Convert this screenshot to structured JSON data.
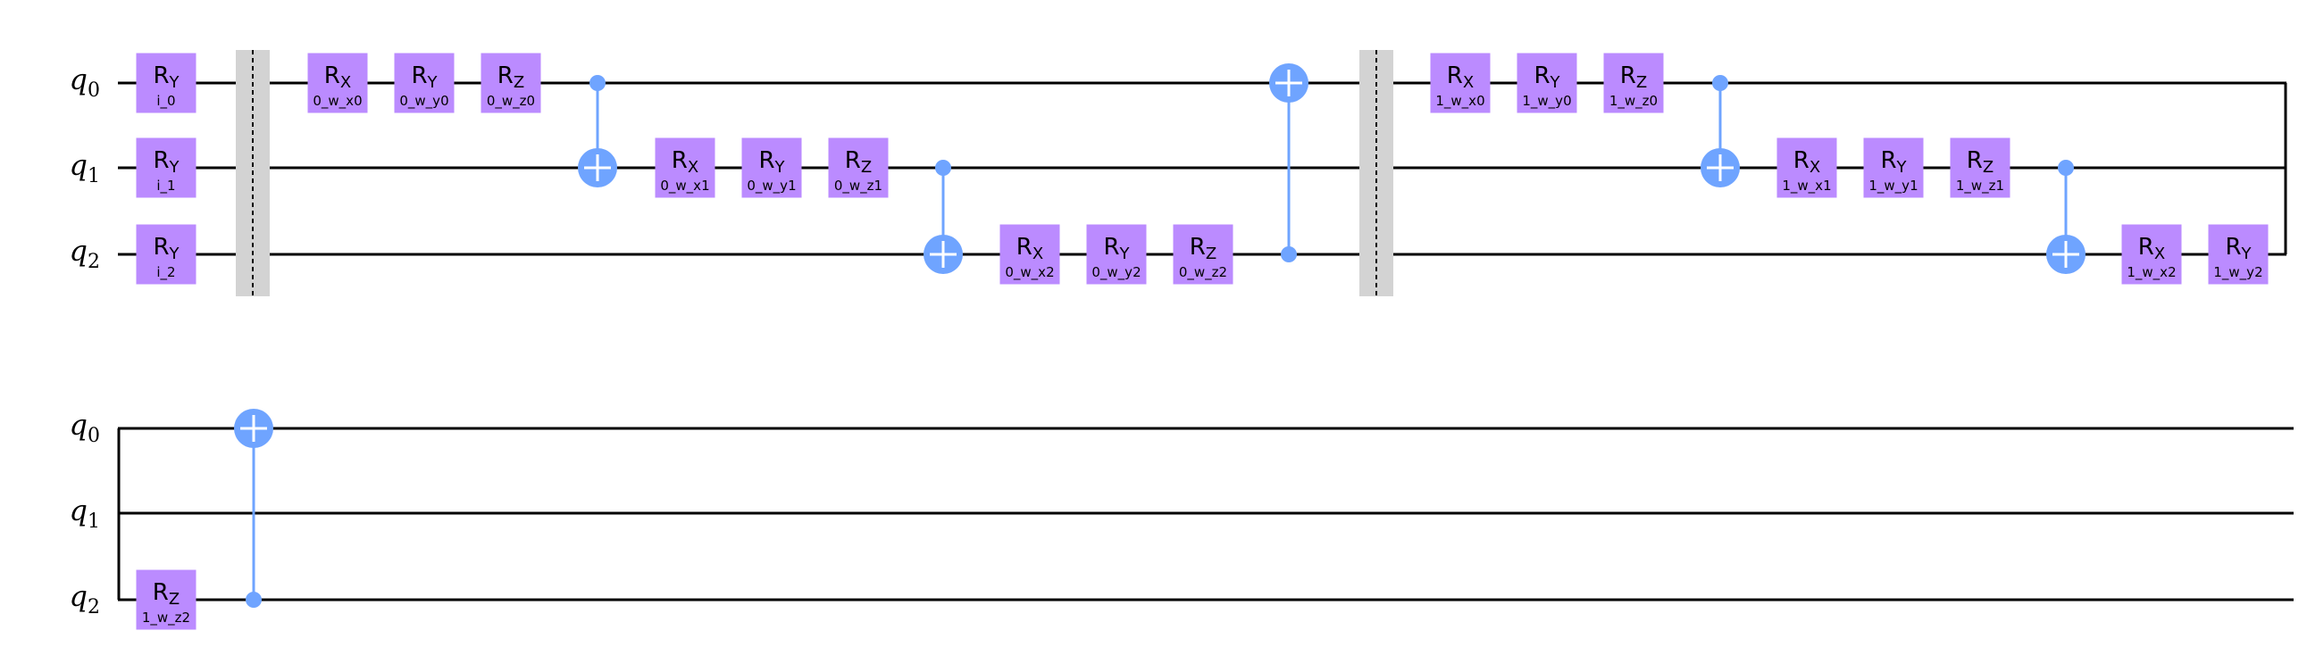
{
  "qubit_labels": [
    {
      "name": "q",
      "index": "0"
    },
    {
      "name": "q",
      "index": "1"
    },
    {
      "name": "q",
      "index": "2"
    }
  ],
  "colors": {
    "gate": "#bb8bff",
    "cnot": "#6fa4ff",
    "barrier": "#d3d3d3",
    "wire": "#000000"
  },
  "rows": [
    {
      "gates": [
        {
          "qubit": 0,
          "name": "R",
          "sub": "Y",
          "param": "i_0"
        },
        {
          "qubit": 1,
          "name": "R",
          "sub": "Y",
          "param": "i_1"
        },
        {
          "qubit": 2,
          "name": "R",
          "sub": "Y",
          "param": "i_2"
        },
        {
          "qubit": 0,
          "name": "R",
          "sub": "X",
          "param": "0_w_x0"
        },
        {
          "qubit": 0,
          "name": "R",
          "sub": "Y",
          "param": "0_w_y0"
        },
        {
          "qubit": 0,
          "name": "R",
          "sub": "Z",
          "param": "0_w_z0"
        },
        {
          "qubit": 1,
          "name": "R",
          "sub": "X",
          "param": "0_w_x1"
        },
        {
          "qubit": 1,
          "name": "R",
          "sub": "Y",
          "param": "0_w_y1"
        },
        {
          "qubit": 1,
          "name": "R",
          "sub": "Z",
          "param": "0_w_z1"
        },
        {
          "qubit": 2,
          "name": "R",
          "sub": "X",
          "param": "0_w_x2"
        },
        {
          "qubit": 2,
          "name": "R",
          "sub": "Y",
          "param": "0_w_y2"
        },
        {
          "qubit": 2,
          "name": "R",
          "sub": "Z",
          "param": "0_w_z2"
        },
        {
          "qubit": 0,
          "name": "R",
          "sub": "X",
          "param": "1_w_x0"
        },
        {
          "qubit": 0,
          "name": "R",
          "sub": "Y",
          "param": "1_w_y0"
        },
        {
          "qubit": 0,
          "name": "R",
          "sub": "Z",
          "param": "1_w_z0"
        },
        {
          "qubit": 1,
          "name": "R",
          "sub": "X",
          "param": "1_w_x1"
        },
        {
          "qubit": 1,
          "name": "R",
          "sub": "Y",
          "param": "1_w_y1"
        },
        {
          "qubit": 1,
          "name": "R",
          "sub": "Z",
          "param": "1_w_z1"
        },
        {
          "qubit": 2,
          "name": "R",
          "sub": "X",
          "param": "1_w_x2"
        },
        {
          "qubit": 2,
          "name": "R",
          "sub": "Y",
          "param": "1_w_y2"
        }
      ],
      "cnots": [
        {
          "control": 0,
          "target": 1
        },
        {
          "control": 1,
          "target": 2
        },
        {
          "control": 2,
          "target": 0
        },
        {
          "control": 0,
          "target": 1
        },
        {
          "control": 1,
          "target": 2
        }
      ],
      "barriers": 2
    },
    {
      "gates": [
        {
          "qubit": 2,
          "name": "R",
          "sub": "Z",
          "param": "1_w_z2"
        }
      ],
      "cnots": [
        {
          "control": 2,
          "target": 0
        }
      ],
      "barriers": 0
    }
  ]
}
